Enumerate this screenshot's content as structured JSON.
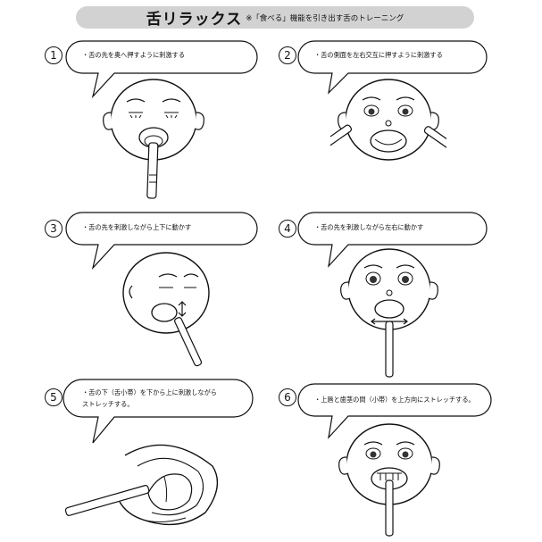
{
  "header": {
    "title": "舌リラックス",
    "subtitle": "※「食べる」機能を引き出す舌のトレーニング"
  },
  "steps": [
    {
      "number": "1",
      "text": "・舌の先を奥へ押すように刺激する"
    },
    {
      "number": "2",
      "text": "・舌の側面を左右交互に押すように刺激する"
    },
    {
      "number": "3",
      "text": "・舌の先を刺激しながら上下に動かす"
    },
    {
      "number": "4",
      "text": "・舌の先を刺激しながら左右に動かす"
    },
    {
      "number": "5",
      "text": "・舌の下（舌小帯）を下から上に刺激しながら\nストレッチする。"
    },
    {
      "number": "6",
      "text": "・上唇と歯茎の間（小帯）を上方向にストレッチする。"
    }
  ]
}
